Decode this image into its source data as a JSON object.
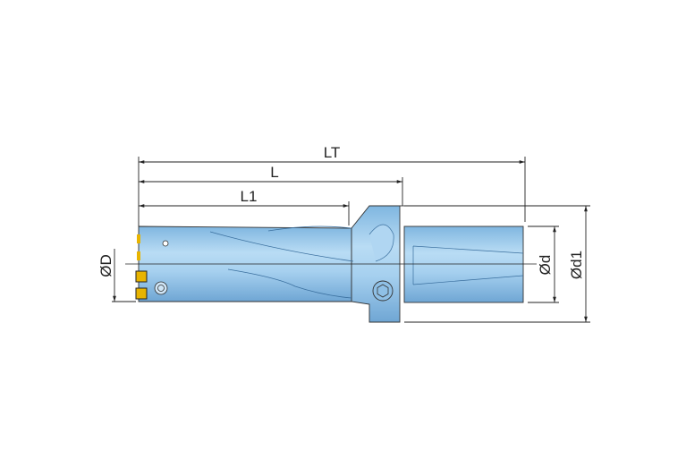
{
  "labels": {
    "LT": "LT",
    "L": "L",
    "L1": "L1",
    "D": "ØD",
    "d": "Ød",
    "d1": "Ød1"
  },
  "colors": {
    "body": "#9fcdee",
    "body_dark": "#6fa8d6",
    "insert": "#e8b400",
    "line": "#222222"
  }
}
